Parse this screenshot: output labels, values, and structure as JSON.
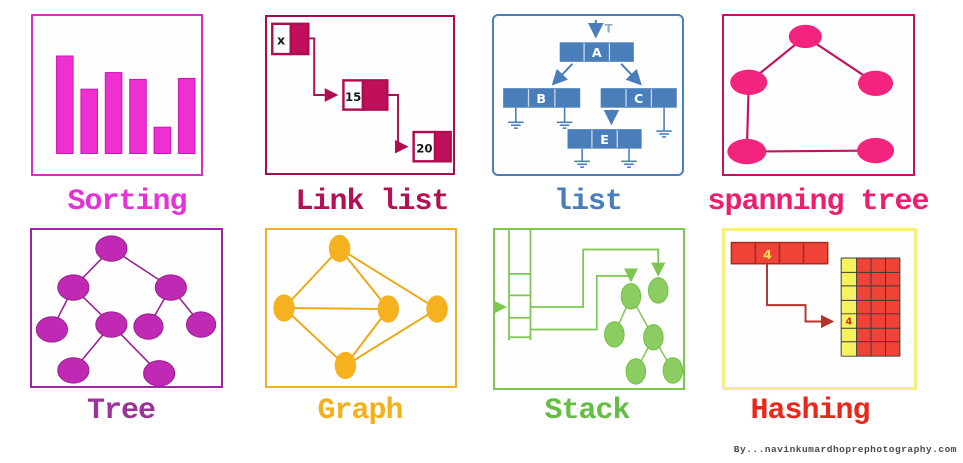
{
  "footer": {
    "credit": "By...navinkumardhoprephotography.com"
  },
  "panels": {
    "sorting": {
      "label": "Sorting",
      "color": "#e431d8",
      "bar_fill": "#ee2fd1",
      "bar_stroke": "#c917ae",
      "bar_heights": [
        100,
        66,
        83,
        76,
        27,
        77
      ]
    },
    "link_list": {
      "label": "Link list",
      "color": "#b31155",
      "nodes": [
        "x",
        "15",
        "20"
      ]
    },
    "list": {
      "label": "list",
      "color": "#4a7ebb",
      "head_label": "T",
      "nodes": [
        "A",
        "B",
        "C",
        "E"
      ]
    },
    "spanning_tree": {
      "label": "spanning tree",
      "color": "#ee1d71",
      "node_count": 5,
      "edge_count": 4
    },
    "tree": {
      "label": "Tree",
      "color": "#9c3399",
      "node_count": 9
    },
    "graph": {
      "label": "Graph",
      "color": "#f3af1c",
      "node_count": 5,
      "edge_count": 7
    },
    "stack": {
      "label": "Stack",
      "color": "#64be44",
      "cell_count": 4
    },
    "hashing": {
      "label": "Hashing",
      "color": "#e9271b",
      "key": "4",
      "bucket": "4",
      "array_cells": 4,
      "table_rows": 7,
      "table_cols": 4
    }
  }
}
